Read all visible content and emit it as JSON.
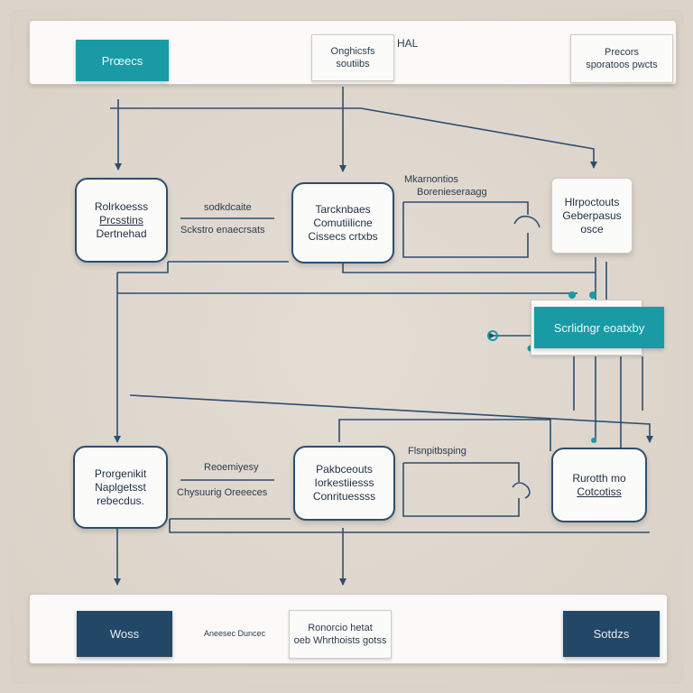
{
  "top_band": {
    "process_label": "Prœecs",
    "center_note": [
      "Onghicsfs",
      "soutiibs"
    ],
    "center_tag": "HAL",
    "right_note": [
      "Precors",
      "sporatoos pwcts"
    ]
  },
  "row1": {
    "box1": [
      "Rolrkoesss",
      "Prcsstins",
      "Dertnehad"
    ],
    "link1_top": "sodkdcaite",
    "link1_bottom": "Sckstro enaecrsats",
    "box2": [
      "Tarcknbaes",
      "Comutiilicne",
      "Cissecs crtxbs"
    ],
    "link2_top": [
      "Mkarnontios",
      "Borenieseraagg"
    ],
    "box3": [
      "Hlrpoctouts",
      "Geberpasus",
      "osce"
    ]
  },
  "teal_mid_label": "Scrlidngr eoatxby",
  "row2": {
    "box1": [
      "Prorgenikit",
      "Naplgetsst",
      "rebecdus."
    ],
    "link1_top": "Reoemiyesy",
    "link1_bottom": "Chysuurig Oreeeces",
    "box2": [
      "Pakbceouts",
      "Iorkestiiesss",
      "Conrituessss"
    ],
    "link2_top": "Flsnpitbsping",
    "box3": [
      "Rurotth mo",
      "Cotcotiss"
    ]
  },
  "bottom_band": {
    "left_button": "Woss",
    "link_label": "Aneesec Duncec",
    "center_note": [
      "Ronorcio hetat",
      "oeb Whrthoists gotss"
    ],
    "right_button": "Sotdzs"
  },
  "colors": {
    "accent_teal": "#1a9aa4",
    "navy": "#224767",
    "line": "#2c4e70"
  }
}
